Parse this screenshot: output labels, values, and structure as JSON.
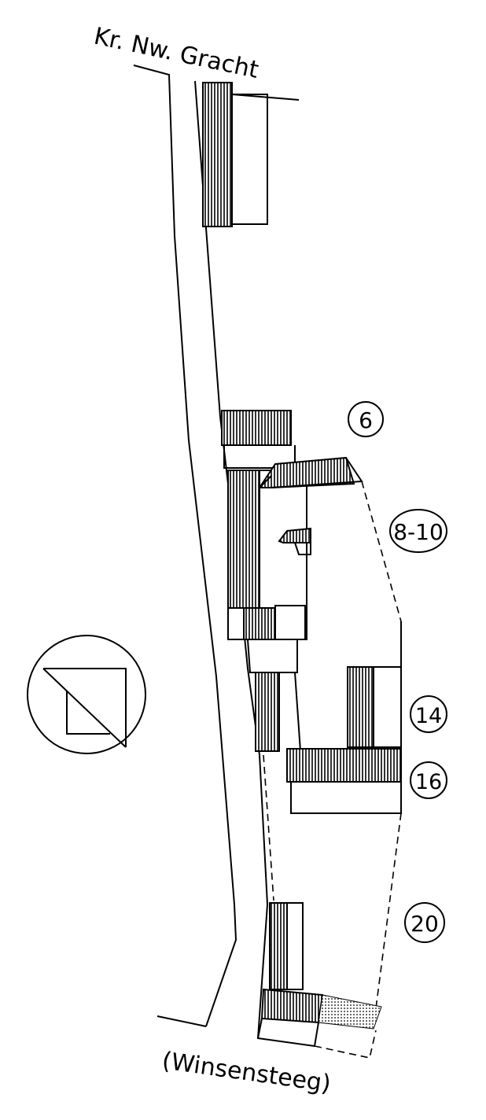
{
  "street_labels": {
    "top": "Kr. Nw. Gracht",
    "bottom": "(Winsensteeg)"
  },
  "parcel_numbers": [
    "6",
    "8-10",
    "14",
    "16",
    "20"
  ],
  "icons": {
    "north_arrow": "compass-rose-icon"
  },
  "colors": {
    "ink": "#000000",
    "paper": "#ffffff"
  }
}
